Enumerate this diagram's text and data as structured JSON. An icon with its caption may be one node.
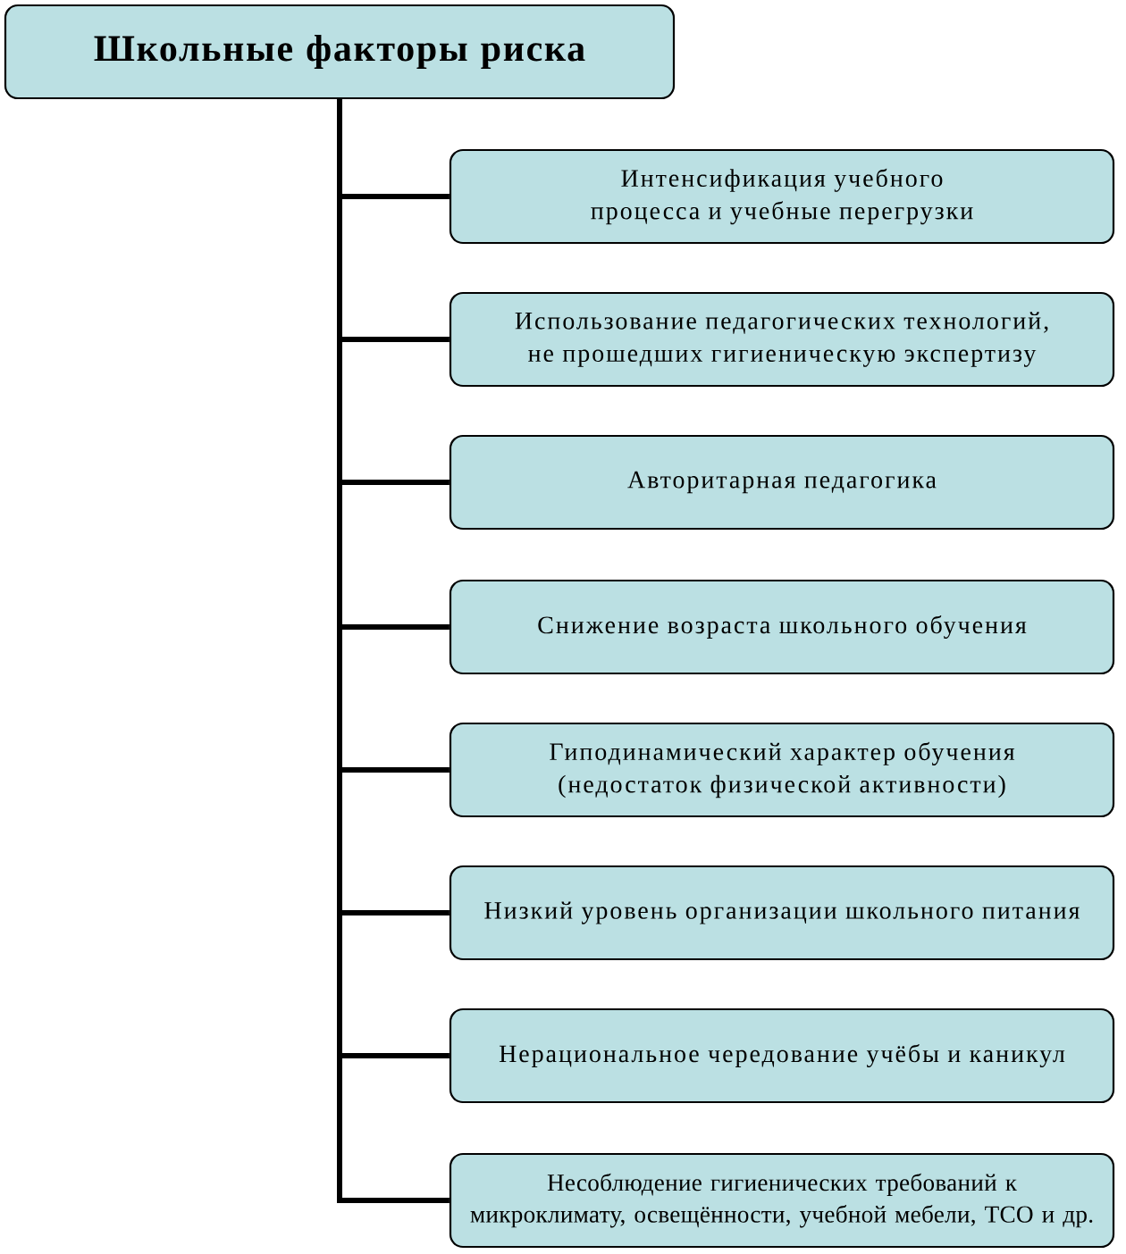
{
  "diagram": {
    "nodes": [
      {
        "text": [
          "Школьные факторы риска"
        ]
      },
      {
        "text": [
          "Интенсификация учебного процесса и учебные перегрузки"
        ]
      },
      {
        "text": [
          "Использование педагогических технологий, не прошедших гигиеническую экспертизу"
        ]
      },
      {
        "text": [
          "Авторитарная педагогика"
        ]
      },
      {
        "text": [
          "Снижение возраста школьного обучения"
        ]
      },
      {
        "text": [
          "Гиподинамический характер обучения (недостаток физической активности)"
        ]
      },
      {
        "text": [
          "Низкий уровень организации школьного питания"
        ]
      },
      {
        "text": [
          "Нерациональное чередование учёбы и каникул"
        ]
      },
      {
        "text": [
          "Несоблюдение гигиенических требований к микроклимату, освещённости, учебной мебели, ТСО и др."
        ]
      }
    ],
    "edges": [
      {
        "from": 0,
        "to": 1,
        "arrow": "none"
      },
      {
        "from": 0,
        "to": 2,
        "arrow": "none"
      },
      {
        "from": 0,
        "to": 3,
        "arrow": "none"
      },
      {
        "from": 0,
        "to": 4,
        "arrow": "none"
      },
      {
        "from": 0,
        "to": 5,
        "arrow": "none"
      },
      {
        "from": 0,
        "to": 6,
        "arrow": "none"
      },
      {
        "from": 0,
        "to": 7,
        "arrow": "none"
      },
      {
        "from": 0,
        "to": 8,
        "arrow": "none"
      }
    ]
  }
}
